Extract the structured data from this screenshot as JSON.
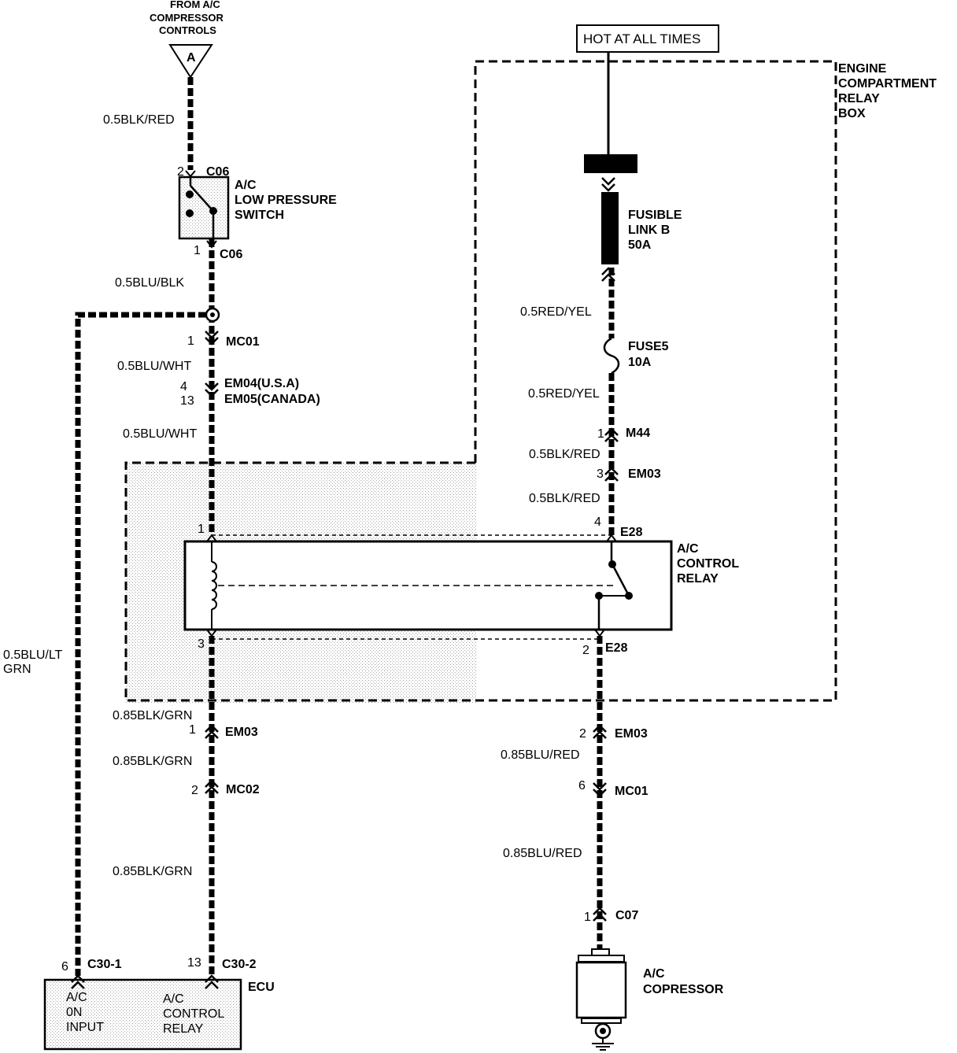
{
  "source": {
    "line1": "FROM A/C",
    "line2": "COMPRESSOR",
    "line3": "CONTROLS",
    "connector": "A"
  },
  "hot_at_all_times": "HOT AT ALL TIMES",
  "relay_box": {
    "line1": "ENGINE",
    "line2": "COMPARTMENT",
    "line3": "RELAY",
    "line4": "BOX"
  },
  "left_circuit": {
    "wire_top": "0.5BLK/RED",
    "switch_pin_top": "2",
    "switch_conn_top": "C06",
    "switch": {
      "line1": "A/C",
      "line2": "LOW PRESSURE",
      "line3": "SWITCH"
    },
    "switch_pin_bottom": "1",
    "switch_conn_bottom": "C06",
    "wire_blu_blk": "0.5BLU/BLK",
    "mc01_pin": "1",
    "mc01": "MC01",
    "wire_blu_wht_1": "0.5BLU/WHT",
    "em04_pin": "4",
    "em04": "EM04(U.S.A)",
    "em05_pin": "13",
    "em05": "EM05(CANADA)",
    "wire_blu_wht_2": "0.5BLU/WHT",
    "relay_pin_top": "1",
    "relay_pin_bottom": "3",
    "wire_blk_grn_1": "0.85BLK/GRN",
    "em03_pin": "1",
    "em03": "EM03",
    "wire_blk_grn_2": "0.85BLK/GRN",
    "mc02_pin": "2",
    "mc02": "MC02",
    "wire_blk_grn_3": "0.85BLK/GRN",
    "ecu_pin": "13",
    "ecu_conn": "C30-2"
  },
  "far_left": {
    "wire": {
      "line1": "0.5BLU/LT",
      "line2": "GRN"
    },
    "ecu_pin": "6",
    "ecu_conn": "C30-1"
  },
  "right_circuit": {
    "fusible": {
      "line1": "FUSIBLE",
      "line2": "LINK B",
      "line3": "50A"
    },
    "wire_red_yel_1": "0.5RED/YEL",
    "fuse": {
      "line1": "FUSE5",
      "line2": "10A"
    },
    "wire_red_yel_2": "0.5RED/YEL",
    "m44_pin": "1",
    "m44": "M44",
    "wire_blk_red_1": "0.5BLK/RED",
    "em03_pin_top": "3",
    "em03_top": "EM03",
    "wire_blk_red_2": "0.5BLK/RED",
    "relay_pin_top": "4",
    "relay_conn_top": "E28",
    "relay_pin_bottom": "2",
    "relay_conn_bottom": "E28",
    "em03_pin_bottom": "2",
    "em03_bottom": "EM03",
    "wire_blu_red_1": "0.85BLU/RED",
    "mc01_pin": "6",
    "mc01": "MC01",
    "wire_blu_red_2": "0.85BLU/RED",
    "c07_pin": "1",
    "c07": "C07",
    "compressor": {
      "line1": "A/C",
      "line2": "COPRESSOR"
    }
  },
  "relay": {
    "line1": "A/C",
    "line2": "CONTROL",
    "line3": "RELAY"
  },
  "ecu": {
    "name": "ECU",
    "input": {
      "line1": "A/C",
      "line2": "0N",
      "line3": "INPUT"
    },
    "output": {
      "line1": "A/C",
      "line2": "CONTROL",
      "line3": "RELAY"
    }
  }
}
